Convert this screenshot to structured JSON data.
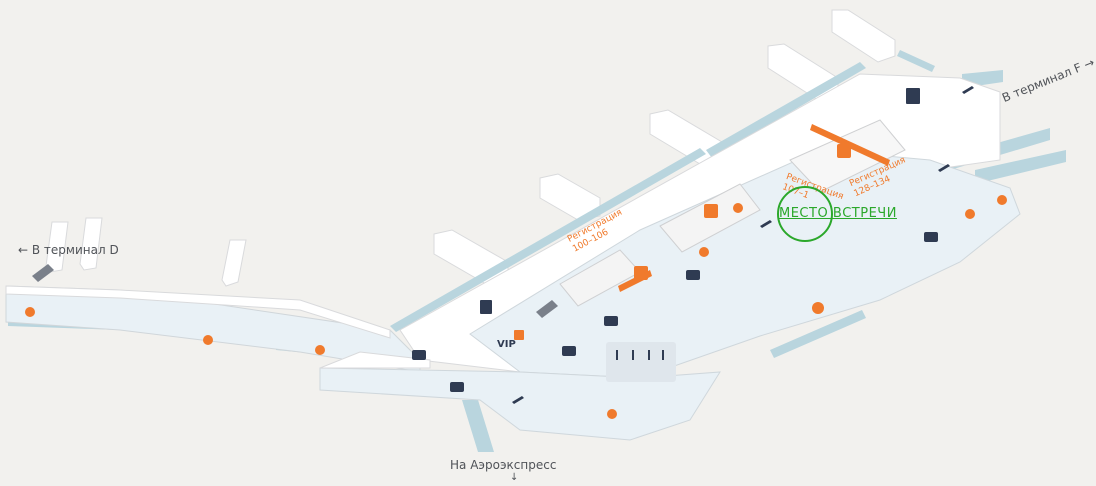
{
  "labels": {
    "terminal_d": "← В терминал D",
    "terminal_f": "В терминал F →",
    "aeroexpress": "На Аэроэкспресс",
    "aeroexpress_arrow": "↓",
    "vip": "VIP"
  },
  "checkin": {
    "a_title": "Регистрация",
    "a_range": "100–106",
    "b_title": "Регистрация",
    "b_range": "107–1",
    "c_title": "Регистрация",
    "c_range": "128–134"
  },
  "meeting_point": {
    "label": "МЕСТО ВСТРЕЧИ",
    "color": "#2ba82b"
  },
  "colors": {
    "floor": "#ffffff",
    "hall": "#e9f1f6",
    "glass": "#b9d5de",
    "wall": "#d7d8da",
    "accent": "#f07a2c",
    "icon_dark": "#2f3b52"
  },
  "icons": [
    "elevator-icon",
    "escalator-icon",
    "toilet-icon",
    "cafe-icon",
    "shop-icon",
    "restaurant-icon",
    "departure-plane-icon",
    "baggage-icon",
    "info-icon",
    "currency-exchange-icon",
    "wheelchair-icon",
    "atm-icon"
  ]
}
